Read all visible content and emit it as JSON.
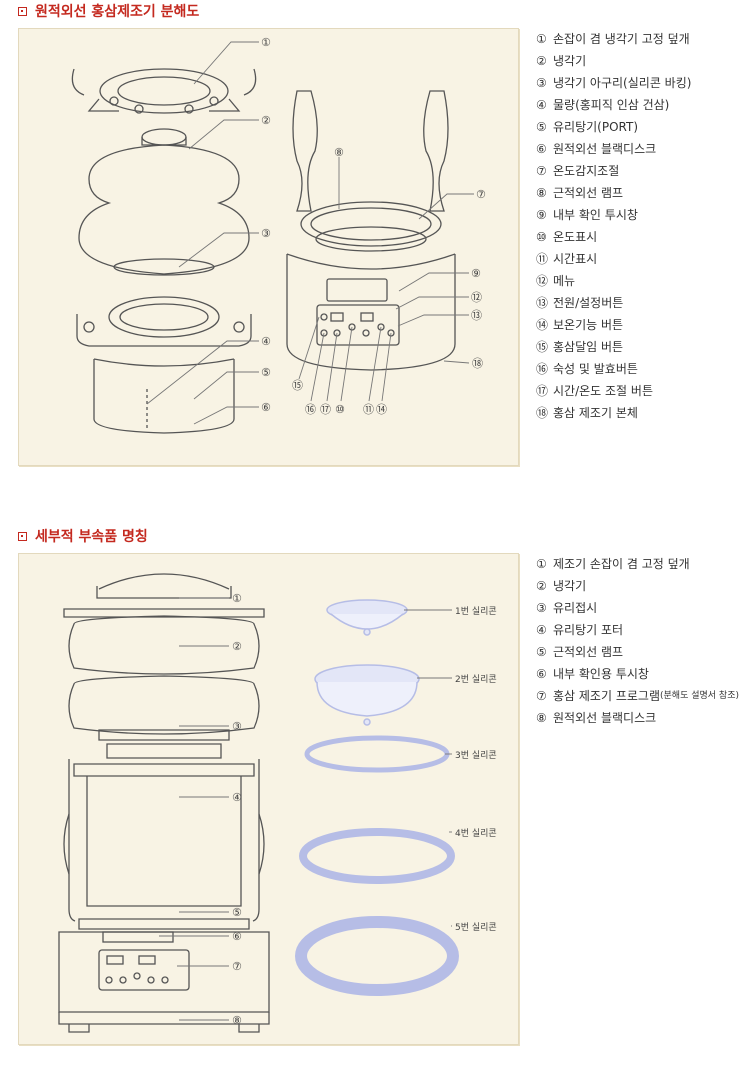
{
  "section1": {
    "title": "원적외선 홍삼제조기 분해도",
    "diagram_markers": [
      "①",
      "②",
      "③",
      "④",
      "⑤",
      "⑥",
      "⑦",
      "⑧",
      "⑨",
      "⑩",
      "⑪",
      "⑫",
      "⑬",
      "⑭",
      "⑮",
      "⑯",
      "⑰",
      "⑱"
    ],
    "items": [
      {
        "num": "①",
        "label": "손잡이 겸 냉각기 고정 덮개"
      },
      {
        "num": "②",
        "label": "냉각기"
      },
      {
        "num": "③",
        "label": "냉각기 아구리(실리콘 바킹)"
      },
      {
        "num": "④",
        "label": "물량(홍피직 인삼 건삼)"
      },
      {
        "num": "⑤",
        "label": "유리탕기(PORT)"
      },
      {
        "num": "⑥",
        "label": "원적외선 블랙디스크"
      },
      {
        "num": "⑦",
        "label": "온도감지조절"
      },
      {
        "num": "⑧",
        "label": "근적외선 램프"
      },
      {
        "num": "⑨",
        "label": "내부 확인 투시창"
      },
      {
        "num": "⑩",
        "label": "온도표시"
      },
      {
        "num": "⑪",
        "label": "시간표시"
      },
      {
        "num": "⑫",
        "label": "메뉴"
      },
      {
        "num": "⑬",
        "label": "전원/설정버튼"
      },
      {
        "num": "⑭",
        "label": "보온기능 버튼"
      },
      {
        "num": "⑮",
        "label": "홍삼달임 버튼"
      },
      {
        "num": "⑯",
        "label": "숙성 및 발효버튼"
      },
      {
        "num": "⑰",
        "label": "시간/온도 조절 버튼"
      },
      {
        "num": "⑱",
        "label": "홍삼 제조기 본체"
      }
    ]
  },
  "section2": {
    "title": "세부적 부속품 명칭",
    "diagram_markers": [
      "①",
      "②",
      "③",
      "④",
      "⑤",
      "⑥",
      "⑦",
      "⑧"
    ],
    "silicone_labels": [
      "1번 실리콘",
      "2번 실리콘",
      "3번 실리콘",
      "4번 실리콘",
      "5번 실리콘"
    ],
    "items": [
      {
        "num": "①",
        "label": "제조기 손잡이 겸 고정 덮개",
        "note": ""
      },
      {
        "num": "②",
        "label": "냉각기",
        "note": ""
      },
      {
        "num": "③",
        "label": "유리접시",
        "note": ""
      },
      {
        "num": "④",
        "label": "유리탕기 포터",
        "note": ""
      },
      {
        "num": "⑤",
        "label": "근적외선 램프",
        "note": ""
      },
      {
        "num": "⑥",
        "label": "내부 확인용 투시창",
        "note": ""
      },
      {
        "num": "⑦",
        "label": "홍삼 제조기 프로그램",
        "note": "(분해도 설명서 참조)"
      },
      {
        "num": "⑧",
        "label": "원적외선 블랙디스크",
        "note": ""
      }
    ]
  }
}
